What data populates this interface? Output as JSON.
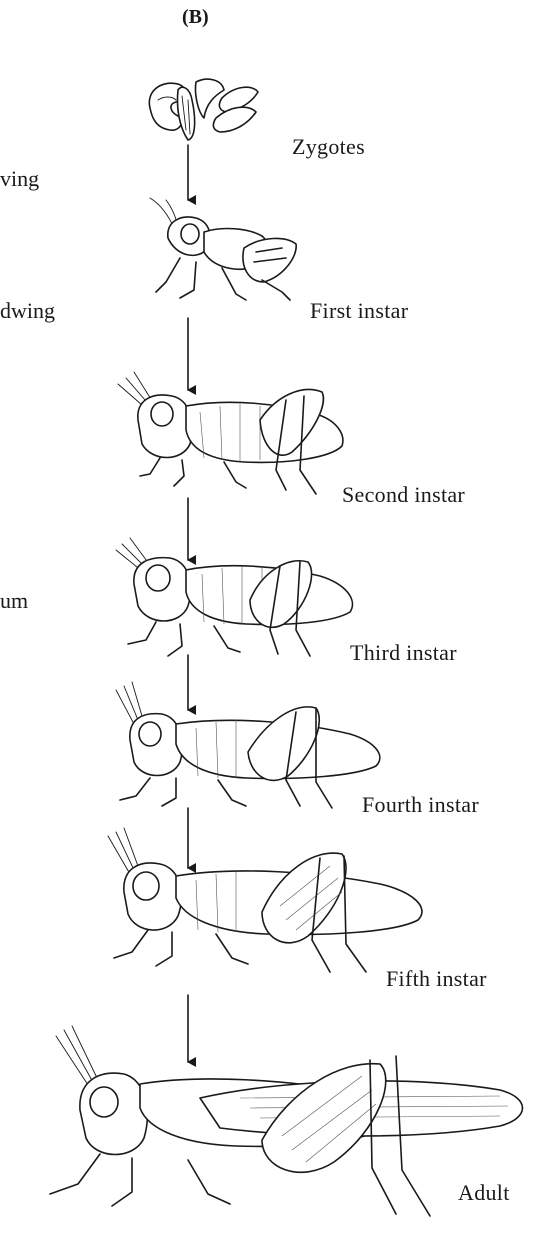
{
  "figure": {
    "panel_label": "(B)",
    "left_cut_labels": [
      "ving",
      "dwing",
      "um"
    ],
    "stages": [
      {
        "id": "zygotes",
        "label": "Zygotes"
      },
      {
        "id": "first-instar",
        "label": "First instar"
      },
      {
        "id": "second-instar",
        "label": "Second instar"
      },
      {
        "id": "third-instar",
        "label": "Third instar"
      },
      {
        "id": "fourth-instar",
        "label": "Fourth instar"
      },
      {
        "id": "fifth-instar",
        "label": "Fifth instar"
      },
      {
        "id": "adult",
        "label": "Adult"
      }
    ]
  }
}
